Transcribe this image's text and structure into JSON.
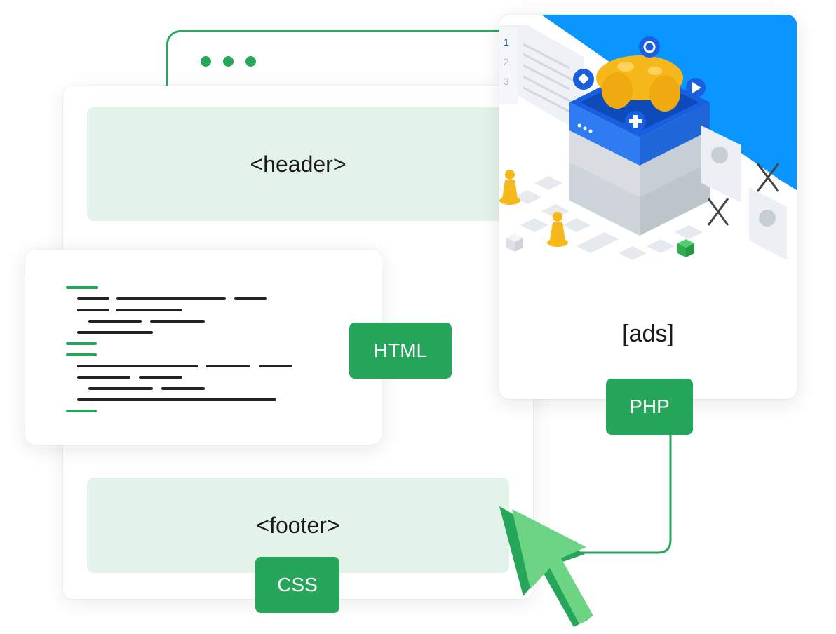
{
  "regions": {
    "header": "<header>",
    "footer": "<footer>",
    "ads": "[ads]"
  },
  "tags": {
    "html": "HTML",
    "php": "PHP",
    "css": "CSS"
  },
  "sidebar_numbers": [
    "1",
    "2",
    "3"
  ],
  "colors": {
    "green": "#26a65b",
    "light_green": "#e4f3e9",
    "cursor_green": "#6cd483",
    "blue": "#0a95ff",
    "gold": "#f6b81a"
  }
}
